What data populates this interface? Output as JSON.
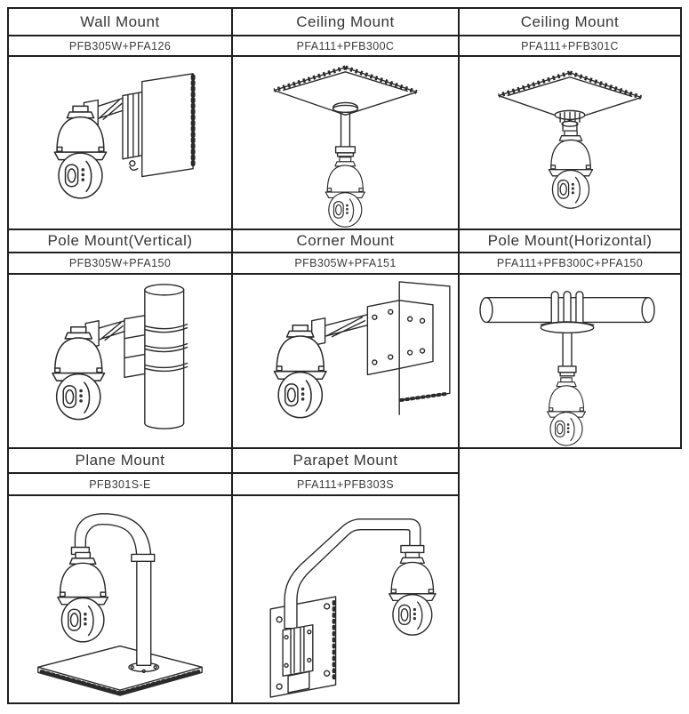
{
  "page": {
    "background": "#ffffff",
    "line_color": "#1e1e1e",
    "text_color": "#363636"
  },
  "table": {
    "columns": 3,
    "cells": [
      {
        "title": "Wall Mount",
        "parts": "PFB305W+PFA126",
        "illustration": "wall-mount"
      },
      {
        "title": "Ceiling Mount",
        "parts": "PFA111+PFB300C",
        "illustration": "ceiling-mount-pendant"
      },
      {
        "title": "Ceiling Mount",
        "parts": "PFA111+PFB301C",
        "illustration": "ceiling-mount-direct"
      },
      {
        "title": "Pole Mount(Vertical)",
        "parts": "PFB305W+PFA150",
        "illustration": "pole-mount-vertical"
      },
      {
        "title": "Corner Mount",
        "parts": "PFB305W+PFA151",
        "illustration": "corner-mount"
      },
      {
        "title": "Pole Mount(Horizontal)",
        "parts": "PFA111+PFB300C+PFA150",
        "illustration": "pole-mount-horizontal"
      },
      {
        "title": "Plane Mount",
        "parts": "PFB301S-E",
        "illustration": "plane-mount-gooseneck"
      },
      {
        "title": "Parapet Mount",
        "parts": "PFA111+PFB303S",
        "illustration": "parapet-mount"
      }
    ]
  }
}
